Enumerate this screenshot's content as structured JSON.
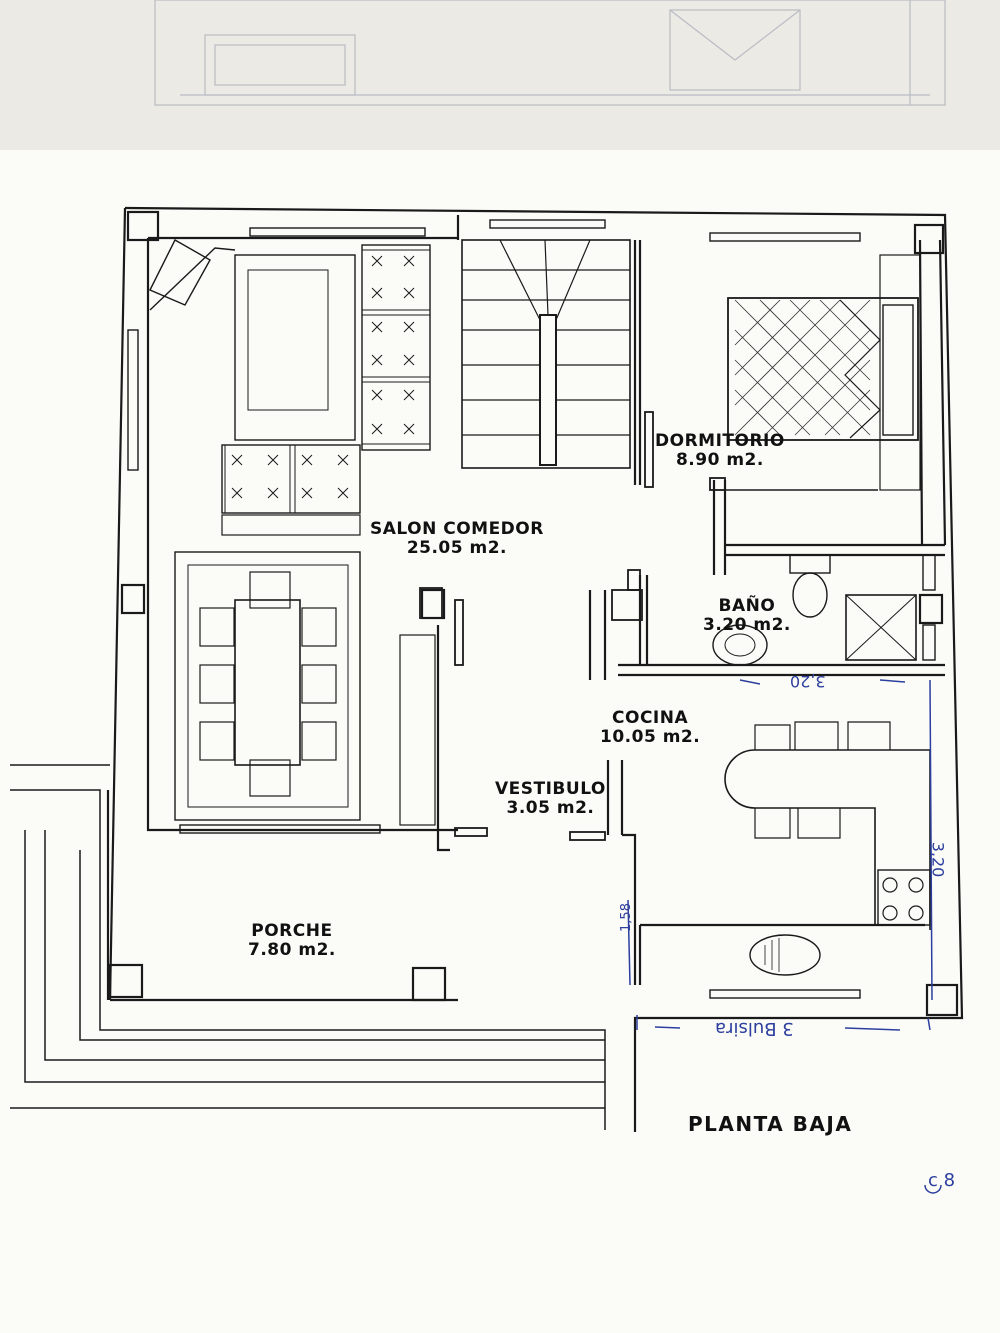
{
  "title": "PLANTA BAJA",
  "rooms": {
    "salon": {
      "name": "SALON COMEDOR",
      "area": "25.05 m2."
    },
    "dormitorio": {
      "name": "DORMITORIO",
      "area": "8.90 m2."
    },
    "bano": {
      "name": "BAÑO",
      "area": "3.20 m2."
    },
    "cocina": {
      "name": "COCINA",
      "area": "10.05 m2."
    },
    "vestibulo": {
      "name": "VESTIBULO",
      "area": "3.05 m2."
    },
    "porche": {
      "name": "PORCHE",
      "area": "7.80 m2."
    }
  },
  "handwritten": {
    "dim_top": "3,20",
    "dim_right": "3,20",
    "dim_left": "1,58",
    "dim_bottom": "3 Bulsira",
    "page_mark": "c 8"
  },
  "colors": {
    "ink": "#1a1a1a",
    "pen": "#2c3f9e",
    "paper": "#fbfbf8"
  }
}
